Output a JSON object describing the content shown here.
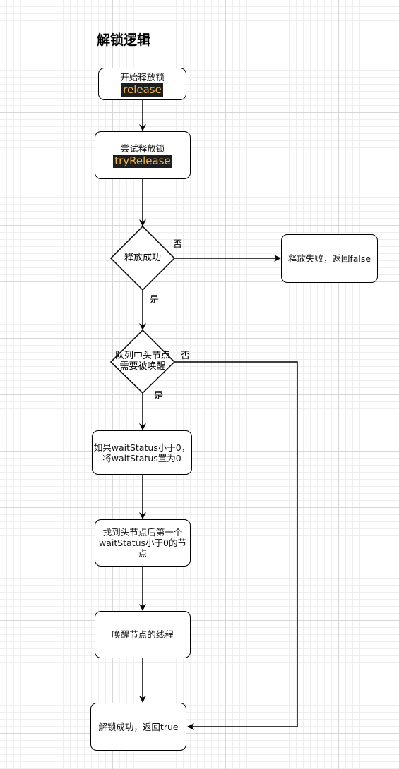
{
  "title": "解锁逻辑",
  "nodes": {
    "start": {
      "text": "开始释放锁",
      "code": "release"
    },
    "try_release": {
      "text": "尝试释放锁",
      "code": "tryRelease"
    },
    "release_success": {
      "text": "释放成功"
    },
    "release_fail": {
      "text": "释放失败，返回false"
    },
    "head_needs_wake": {
      "line1": "队列中头节点",
      "line2": "需要被唤醒"
    },
    "set_wait_status": {
      "line1": "如果waitStatus小于0，",
      "line2": "将waitStatus置为0"
    },
    "find_node": {
      "line1": "找到头节点后第一个",
      "line2": "waitStatus小于0的节",
      "line3": "点"
    },
    "wake_thread": {
      "text": "唤醒节点的线程"
    },
    "unlock_success": {
      "text": "解锁成功，返回true"
    }
  },
  "edge_labels": {
    "no_1": "否",
    "yes_1": "是",
    "no_2": "否",
    "yes_2": "是"
  },
  "colors": {
    "code_bg": "#1e1e1e",
    "code_fg": "#f2b54a",
    "stroke": "#000000"
  }
}
